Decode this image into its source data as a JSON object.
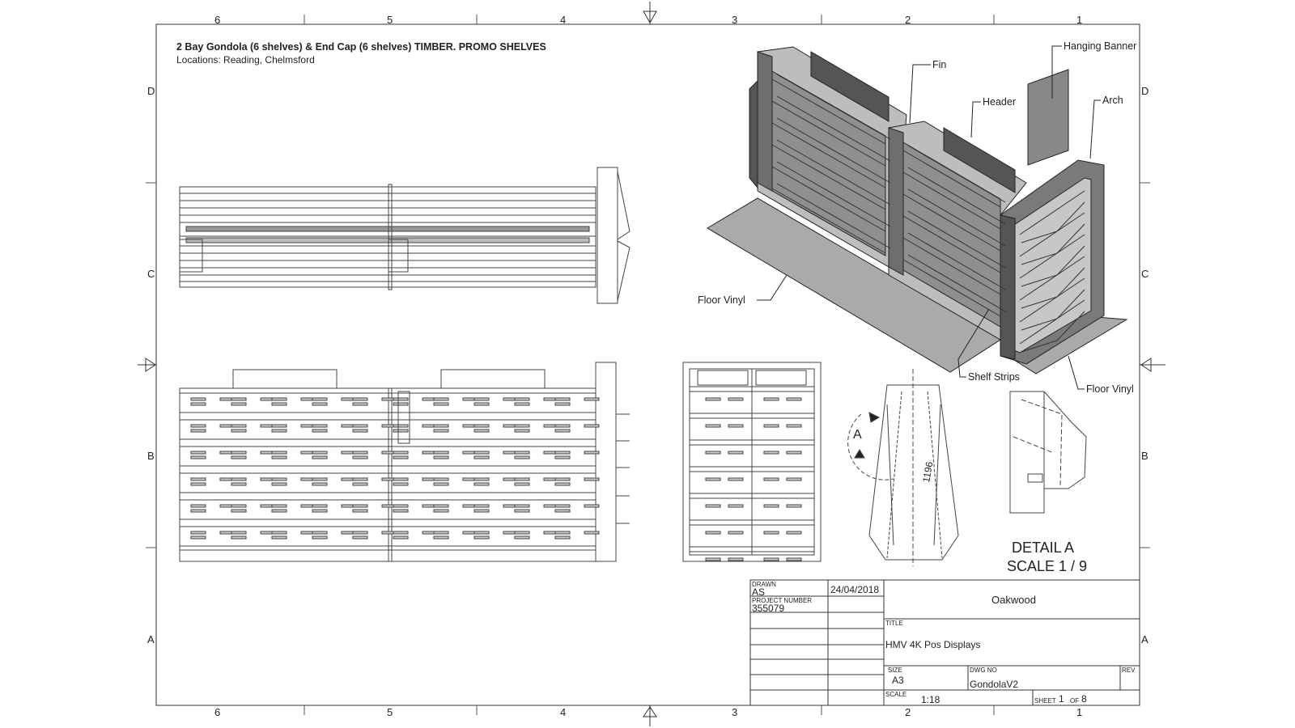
{
  "sheet": {
    "title": "2 Bay Gondola (6 shelves) & End Cap (6 shelves) TIMBER. PROMO SHELVES",
    "locations": "Locations: Reading, Chelmsford",
    "zones_top": [
      "6",
      "5",
      "4",
      "3",
      "2",
      "1"
    ],
    "zones_bottom": [
      "6",
      "5",
      "4",
      "3",
      "2",
      "1"
    ],
    "zones_left": [
      "D",
      "C",
      "B",
      "A"
    ],
    "zones_right": [
      "D",
      "C",
      "B",
      "A"
    ]
  },
  "callouts": {
    "fin": "Fin",
    "header": "Header",
    "hanging_banner": "Hanging Banner",
    "arch": "Arch",
    "floor_vinyl_left": "Floor Vinyl",
    "shelf_strips": "Shelf Strips",
    "floor_vinyl_right": "Floor Vinyl"
  },
  "detail": {
    "view_letter": "A",
    "dimension": "1196",
    "caption_line1": "DETAIL  A",
    "caption_line2": "SCALE 1 / 9"
  },
  "title_block": {
    "drawn_label": "DRAWN",
    "drawn_value": "AS",
    "date": "24/04/2018",
    "project_number_label": "PROJECT NUMBER",
    "project_number_value": "355079",
    "company": "Oakwood",
    "title_label": "TITLE",
    "title_value": "HMV 4K Pos Displays",
    "size_label": "SIZE",
    "size_value": "A3",
    "dwg_no_label": "DWG NO",
    "dwg_no_value": "GondolaV2",
    "rev_label": "REV",
    "scale_label": "SCALE",
    "scale_value": "1:18",
    "sheet_label": "SHEET",
    "sheet_value": "1",
    "of_label": "OF",
    "of_value": "8"
  }
}
